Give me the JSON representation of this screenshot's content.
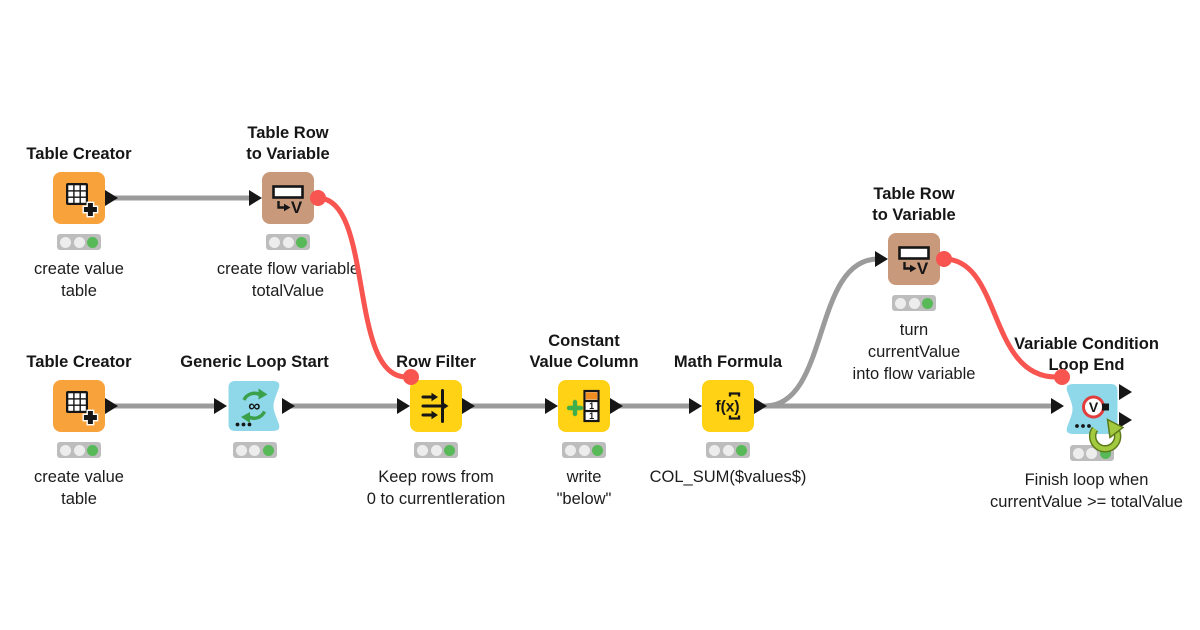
{
  "colors": {
    "background": "#ffffff",
    "wire_gray": "#9b9b9b",
    "wire_red": "#f85450",
    "port_black": "#161616",
    "status_bg": "#bdbdbd",
    "status_idle": "#ededed",
    "status_done": "#57b957",
    "loop_arrow_green": "#a3c93e",
    "loop_arrow_dark": "#5c7a1a",
    "icon_green": "#3ba04a",
    "title_text": "#161616"
  },
  "nodes": [
    {
      "id": "table-creator-1",
      "type": "Table Creator",
      "icon": "table-grid-plus-icon",
      "color": "#f8a23c",
      "status": "executed",
      "title_line1": "Table Creator",
      "label_line1": "create value",
      "label_line2": "table"
    },
    {
      "id": "table-row-to-variable-1",
      "type": "Table Row to Variable",
      "icon": "row-to-variable-icon",
      "color": "#c9997b",
      "status": "executed",
      "title_line1": "Table Row",
      "title_line2": "to Variable",
      "label_line1": "create flow variable",
      "label_line2": "totalValue"
    },
    {
      "id": "table-creator-2",
      "type": "Table Creator",
      "icon": "table-grid-plus-icon",
      "color": "#f8a23c",
      "status": "executed",
      "title_line1": "Table Creator",
      "label_line1": "create value",
      "label_line2": "table"
    },
    {
      "id": "generic-loop-start",
      "type": "Generic Loop Start",
      "icon": "loop-start-icon",
      "color": "#8ed8ea",
      "status": "executed",
      "title_line1": "Generic Loop Start"
    },
    {
      "id": "row-filter",
      "type": "Row Filter",
      "icon": "row-filter-icon",
      "color": "#ffd215",
      "status": "executed",
      "title_line1": "Row Filter",
      "label_line1": "Keep rows from",
      "label_line2": "0 to currentIeration"
    },
    {
      "id": "constant-value-column",
      "type": "Constant Value Column",
      "icon": "add-column-icon",
      "color": "#ffd215",
      "status": "executed",
      "title_line1": "Constant",
      "title_line2": "Value Column",
      "label_line1": "write",
      "label_line2": "\"below\""
    },
    {
      "id": "math-formula",
      "type": "Math Formula",
      "icon": "fx-formula-icon",
      "color": "#ffd215",
      "status": "executed",
      "title_line1": "Math Formula",
      "label_line1": "COL_SUM($values$)"
    },
    {
      "id": "table-row-to-variable-2",
      "type": "Table Row to Variable",
      "icon": "row-to-variable-icon",
      "color": "#c9997b",
      "status": "executed",
      "title_line1": "Table Row",
      "title_line2": "to Variable",
      "label_line1": "turn",
      "label_line2": "currentValue",
      "label_line3": "into flow variable"
    },
    {
      "id": "variable-condition-loop-end",
      "type": "Variable Condition Loop End",
      "icon": "variable-loop-end-icon",
      "color": "#8ed8ea",
      "status": "executed",
      "title_line1": "Variable Condition",
      "title_line2": "Loop End",
      "label_line1": "Finish loop when",
      "label_line2": "currentValue >= totalValue"
    }
  ]
}
